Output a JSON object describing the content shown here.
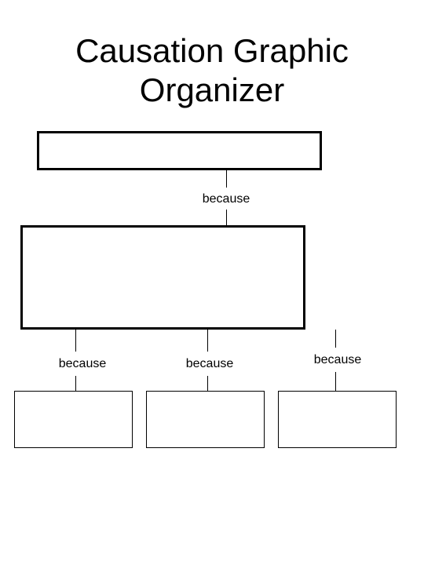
{
  "title_line1": "Causation Graphic",
  "title_line2": "Organizer",
  "connectors": {
    "main": "because",
    "left": "because",
    "middle": "because",
    "right": "because"
  }
}
